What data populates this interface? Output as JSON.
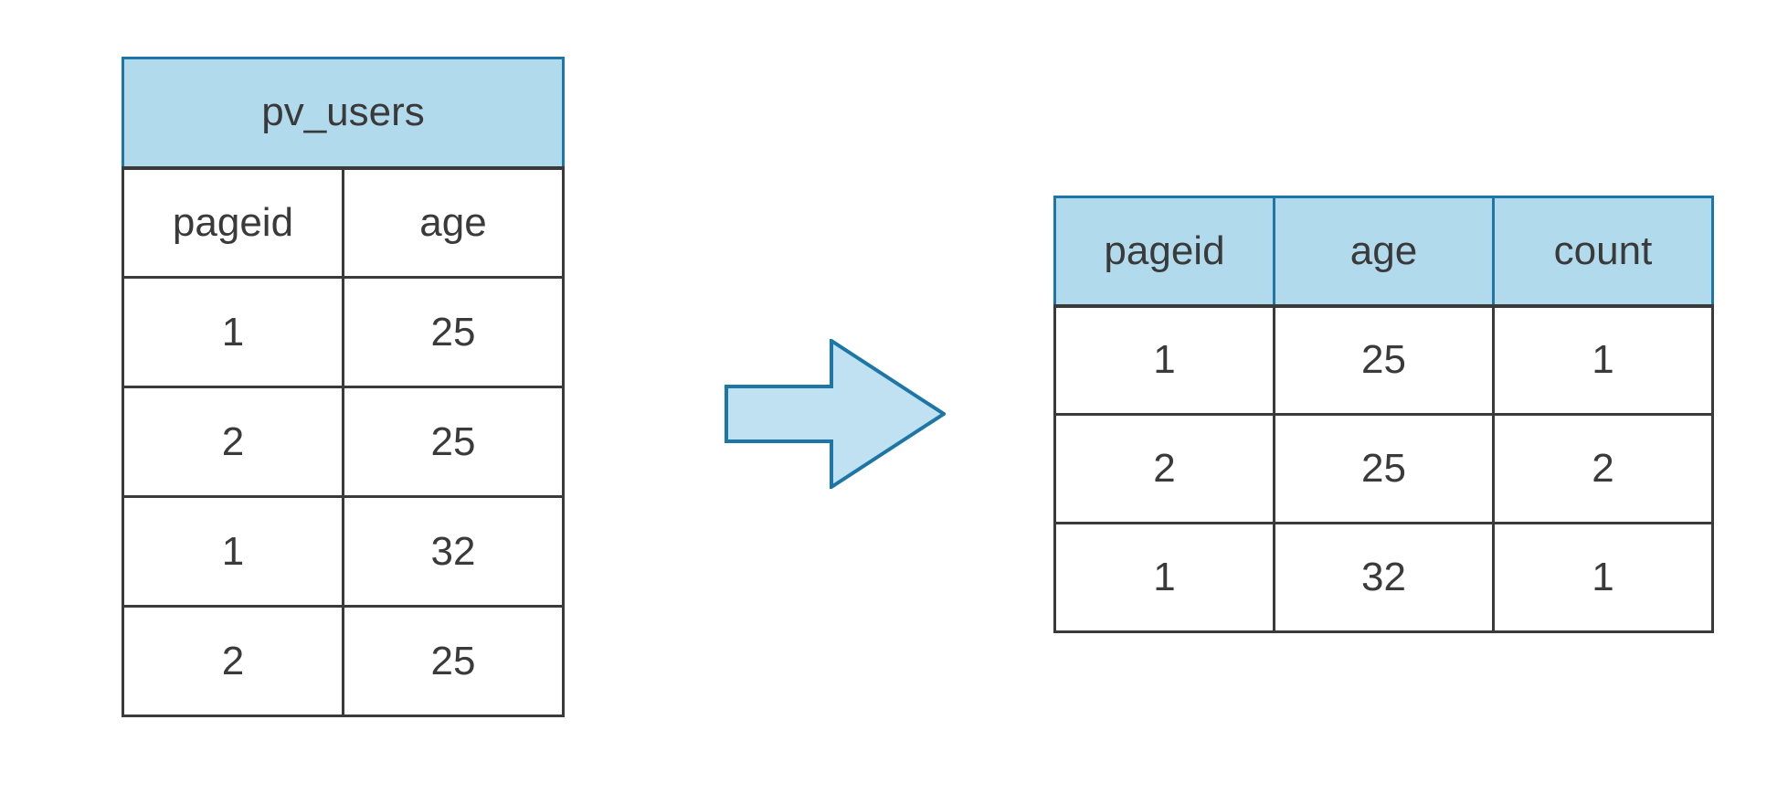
{
  "colors": {
    "background": "#ffffff",
    "header_fill": "#b1dbed",
    "header_border": "#1e76a6",
    "grid_border": "#3a3a3a",
    "text": "#3a3a3a",
    "arrow_fill": "#c0e1f2",
    "arrow_border": "#1e76a6"
  },
  "source_table": {
    "title": "pv_users",
    "columns": [
      "pageid",
      "age"
    ],
    "rows": [
      [
        "1",
        "25"
      ],
      [
        "2",
        "25"
      ],
      [
        "1",
        "32"
      ],
      [
        "2",
        "25"
      ]
    ]
  },
  "arrow": {
    "direction": "right"
  },
  "result_table": {
    "columns": [
      "pageid",
      "age",
      "count"
    ],
    "rows": [
      [
        "1",
        "25",
        "1"
      ],
      [
        "2",
        "25",
        "2"
      ],
      [
        "1",
        "32",
        "1"
      ]
    ]
  }
}
